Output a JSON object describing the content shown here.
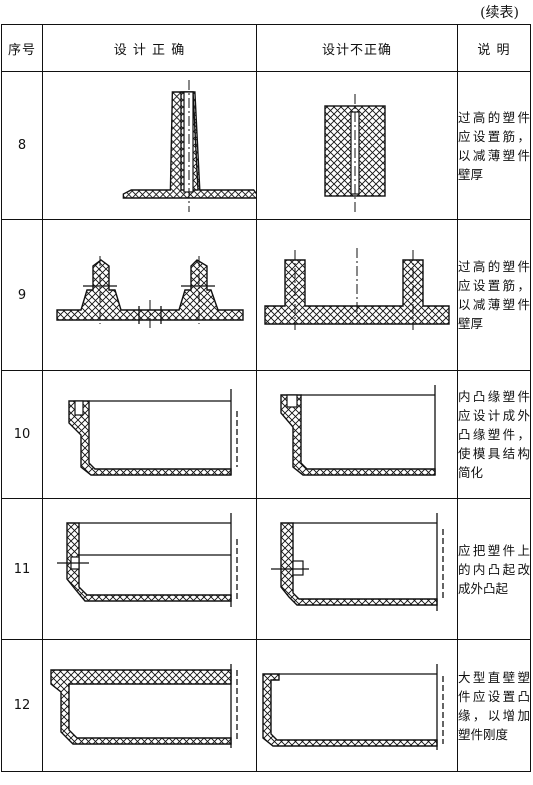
{
  "continued_label": "(续表)",
  "header": {
    "col_no": "序号",
    "col_correct": "设 计 正 确",
    "col_incorrect": "设计不正确",
    "col_note": "说 明"
  },
  "rows": [
    {
      "no": "8",
      "note": "过高的塑件应设置筋，以减薄塑件壁厚"
    },
    {
      "no": "9",
      "note": "过高的塑件应设置筋，以减薄塑件壁厚"
    },
    {
      "no": "10",
      "note": "内凸缘塑件应设计成外凸缘塑件，使模具结构简化"
    },
    {
      "no": "11",
      "note": "应把塑件上的内凸起改成外凸起"
    },
    {
      "no": "12",
      "note": "大型直壁塑件应设置凸缘，以增加塑件刚度"
    }
  ]
}
